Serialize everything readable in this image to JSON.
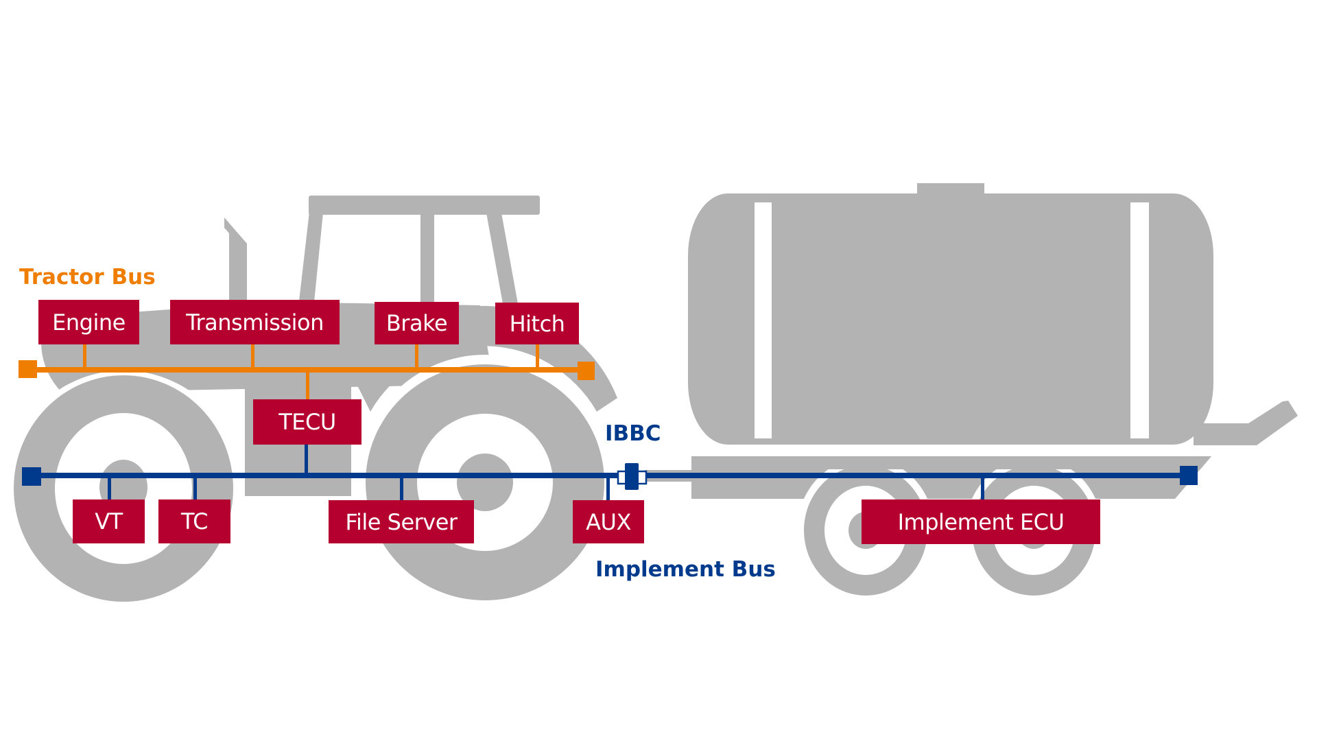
{
  "diagram": {
    "title": "ISOBUS network on tractor and implement",
    "colors": {
      "tractor_bus": "#ef7d00",
      "implement_bus": "#003a8c",
      "ecu_box": "#b5002f",
      "ecu_text": "#ffffff",
      "vehicle_silhouette": "#b3b3b3",
      "background": "#ffffff"
    },
    "labels": {
      "tractor_bus": "Tractor Bus",
      "implement_bus": "Implement Bus",
      "ibbc": "IBBC"
    },
    "tractor_bus_nodes": [
      {
        "id": "engine",
        "label": "Engine"
      },
      {
        "id": "transmission",
        "label": "Transmission"
      },
      {
        "id": "brake",
        "label": "Brake"
      },
      {
        "id": "hitch",
        "label": "Hitch"
      }
    ],
    "gateway": {
      "id": "tecu",
      "label": "TECU",
      "connects": [
        "Tractor Bus",
        "Implement Bus"
      ]
    },
    "implement_bus_nodes": [
      {
        "id": "vt",
        "label": "VT"
      },
      {
        "id": "tc",
        "label": "TC"
      },
      {
        "id": "file_server",
        "label": "File Server"
      },
      {
        "id": "aux",
        "label": "AUX"
      },
      {
        "id": "implement_ecu",
        "label": "Implement ECU"
      }
    ],
    "connector": {
      "label": "IBBC",
      "between": [
        "tractor",
        "implement"
      ]
    },
    "vehicles": [
      "tractor",
      "tank-trailer"
    ]
  }
}
